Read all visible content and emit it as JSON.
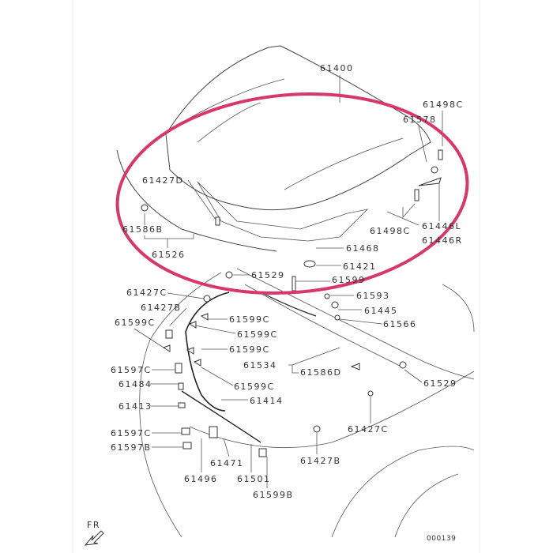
{
  "diagram": {
    "title": "Hood parts diagram",
    "highlight_color": "#d6386a",
    "labels": [
      "61400",
      "61498C",
      "61578",
      "61427D",
      "61586B",
      "61526",
      "61446L",
      "61498C",
      "61446R",
      "61468",
      "61421",
      "61529",
      "61599",
      "61427C",
      "61593",
      "61427B",
      "61445",
      "61599C",
      "61599C",
      "61566",
      "61599C",
      "61599C",
      "61534",
      "61586D",
      "61597C",
      "61484",
      "61599C",
      "61529",
      "61413",
      "61414",
      "61597C",
      "61427C",
      "61597B",
      "61471",
      "61427B",
      "61496",
      "61501",
      "61599B"
    ],
    "front_marker": "FR",
    "drawing_number": "000139"
  }
}
